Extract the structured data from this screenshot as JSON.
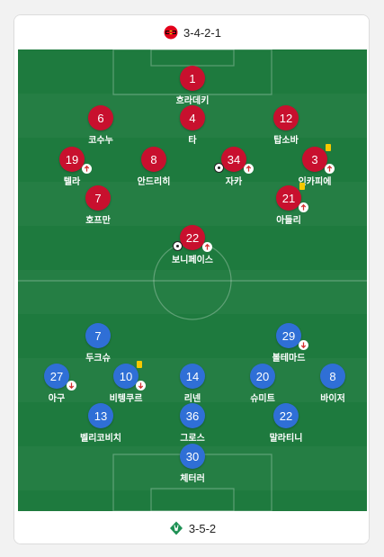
{
  "colors": {
    "home": "#c8102e",
    "away": "#2f6fd6",
    "pitch": "#1e7a3e",
    "yellow_card": "#f6c800"
  },
  "home": {
    "formation": "3-4-2-1",
    "crest_icon": "leverkusen-crest-icon",
    "players": [
      {
        "number": "1",
        "name": "흐라데키",
        "badges": []
      },
      {
        "number": "6",
        "name": "코수누",
        "badges": []
      },
      {
        "number": "4",
        "name": "타",
        "badges": []
      },
      {
        "number": "12",
        "name": "탑소바",
        "badges": []
      },
      {
        "number": "19",
        "name": "텔라",
        "badges": [
          "sub-up"
        ]
      },
      {
        "number": "8",
        "name": "안드리히",
        "badges": []
      },
      {
        "number": "34",
        "name": "자카",
        "badges": [
          "ball",
          "sub-up"
        ]
      },
      {
        "number": "3",
        "name": "인카피에",
        "badges": [
          "card",
          "sub-up"
        ]
      },
      {
        "number": "7",
        "name": "호프만",
        "badges": []
      },
      {
        "number": "21",
        "name": "아들리",
        "badges": [
          "card",
          "sub-up"
        ]
      },
      {
        "number": "22",
        "name": "보니페이스",
        "badges": [
          "ball",
          "sub-up"
        ]
      }
    ]
  },
  "away": {
    "formation": "3-5-2",
    "crest_icon": "werder-crest-icon",
    "players": [
      {
        "number": "7",
        "name": "두크슈",
        "badges": []
      },
      {
        "number": "29",
        "name": "볼테마드",
        "badges": [
          "sub-down"
        ]
      },
      {
        "number": "27",
        "name": "아구",
        "badges": [
          "sub-down"
        ]
      },
      {
        "number": "10",
        "name": "비텡쿠르",
        "badges": [
          "card",
          "sub-down"
        ]
      },
      {
        "number": "14",
        "name": "리넨",
        "badges": []
      },
      {
        "number": "20",
        "name": "슈미트",
        "badges": []
      },
      {
        "number": "8",
        "name": "바이저",
        "badges": []
      },
      {
        "number": "13",
        "name": "벨리코비치",
        "badges": []
      },
      {
        "number": "36",
        "name": "그로스",
        "badges": []
      },
      {
        "number": "22",
        "name": "말라티니",
        "badges": []
      },
      {
        "number": "30",
        "name": "체터러",
        "badges": []
      }
    ]
  }
}
